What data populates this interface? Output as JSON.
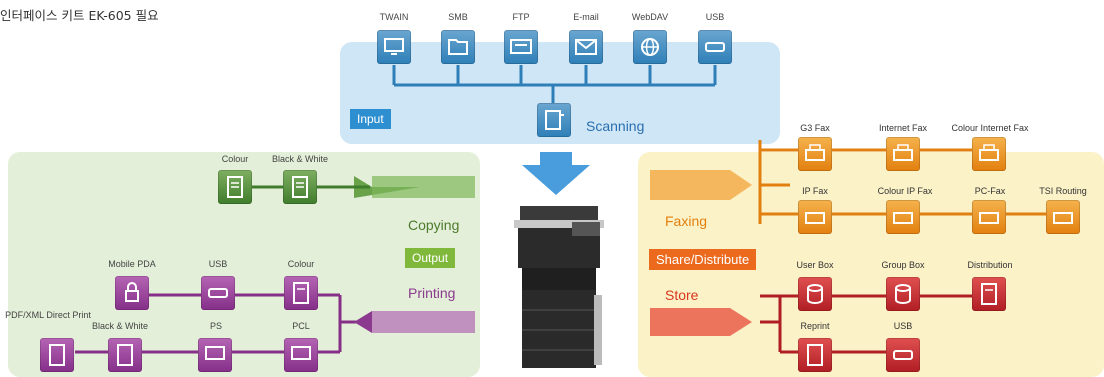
{
  "note": "인터페이스 키트 EK-605 필요",
  "input": {
    "items": [
      "TWAIN",
      "SMB",
      "FTP",
      "E-mail",
      "WebDAV",
      "USB"
    ],
    "tag": "Input",
    "scanning": "Scanning"
  },
  "output": {
    "copy_items": [
      "Colour",
      "Black & White"
    ],
    "copying": "Copying",
    "tag": "Output",
    "printing": "Printing",
    "print_row1": [
      "Mobile PDA",
      "USB",
      "Colour"
    ],
    "print_row2": [
      "PDF/XML Direct Print",
      "Black & White",
      "PS",
      "PCL"
    ]
  },
  "fax": {
    "row1": [
      "G3 Fax",
      "Internet Fax",
      "Colour Internet Fax"
    ],
    "row2": [
      "IP Fax",
      "Colour IP Fax",
      "PC-Fax",
      "TSI Routing"
    ],
    "faxing": "Faxing",
    "share": "Share/Distribute",
    "store": "Store",
    "store_row1": [
      "User Box",
      "Group Box",
      "Distribution"
    ],
    "store_row2": [
      "Reprint",
      "USB"
    ]
  },
  "colors": {
    "input": "#2e8fd0",
    "output": "#80b83c",
    "purple": "#8c3a90",
    "orange": "#ea8e1a",
    "red": "#c81f26"
  }
}
